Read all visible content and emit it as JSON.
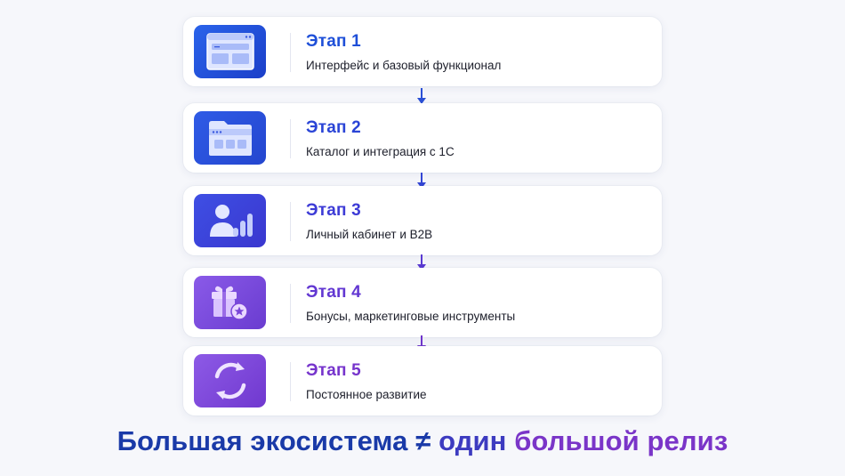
{
  "stages": [
    {
      "title": "Этап 1",
      "description": "Интерфейс и базовый функционал",
      "icon": "browser-window-icon",
      "color": "#1e4fd8"
    },
    {
      "title": "Этап 2",
      "description": "Каталог и интеграция с 1С",
      "icon": "folder-catalog-icon",
      "color": "#2a44d6"
    },
    {
      "title": "Этап 3",
      "description": "Личный кабинет и B2B",
      "icon": "user-chart-icon",
      "color": "#3d3bd6"
    },
    {
      "title": "Этап 4",
      "description": "Бонусы, маркетинговые инструменты",
      "icon": "gift-star-icon",
      "color": "#6237d2"
    },
    {
      "title": "Этап 5",
      "description": "Постоянное развитие",
      "icon": "refresh-cycle-icon",
      "color": "#7634cc"
    }
  ],
  "headline": {
    "part1": "Большая экосистема",
    "symbol": "≠",
    "part2": "один",
    "part3": "большой релиз"
  },
  "colors": {
    "blue": "#1a3aa8",
    "purple": "#7a35c8",
    "background": "#f6f7fb"
  }
}
